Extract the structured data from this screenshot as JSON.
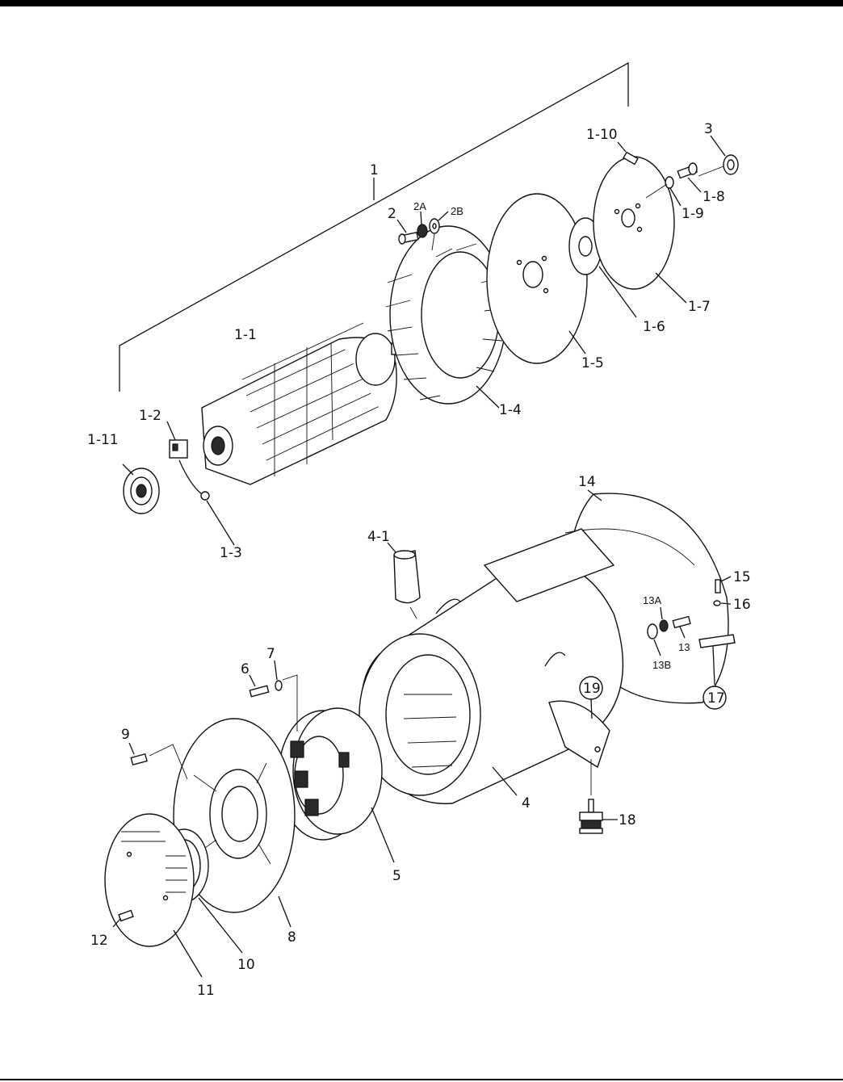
{
  "diagram": {
    "labels": {
      "p1": "1",
      "p1_1": "1-1",
      "p1_2": "1-2",
      "p1_3": "1-3",
      "p1_4": "1-4",
      "p1_5": "1-5",
      "p1_6": "1-6",
      "p1_7": "1-7",
      "p1_8": "1-8",
      "p1_9": "1-9",
      "p1_10": "1-10",
      "p1_11": "1-11",
      "p2": "2",
      "p2a": "2A",
      "p2b": "2B",
      "p3": "3",
      "p4": "4",
      "p4_1": "4-1",
      "p5": "5",
      "p6": "6",
      "p7": "7",
      "p8": "8",
      "p9": "9",
      "p10": "10",
      "p11": "11",
      "p12": "12",
      "p13": "13",
      "p13a": "13A",
      "p13b": "13B",
      "p14": "14",
      "p15": "15",
      "p16": "16",
      "p17": "17",
      "p18": "18",
      "p19": "19"
    }
  }
}
